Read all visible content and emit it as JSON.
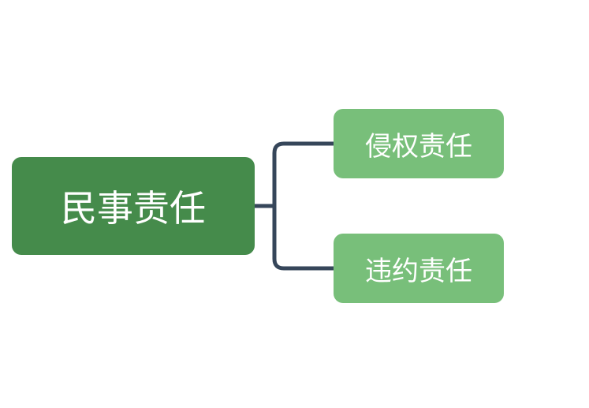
{
  "diagram": {
    "root": {
      "label": "民事责任",
      "color": "#458b4b"
    },
    "children": [
      {
        "label": "侵权责任",
        "color": "#78bf7a"
      },
      {
        "label": "违约责任",
        "color": "#78bf7a"
      }
    ],
    "connector_color": "#36465a"
  }
}
